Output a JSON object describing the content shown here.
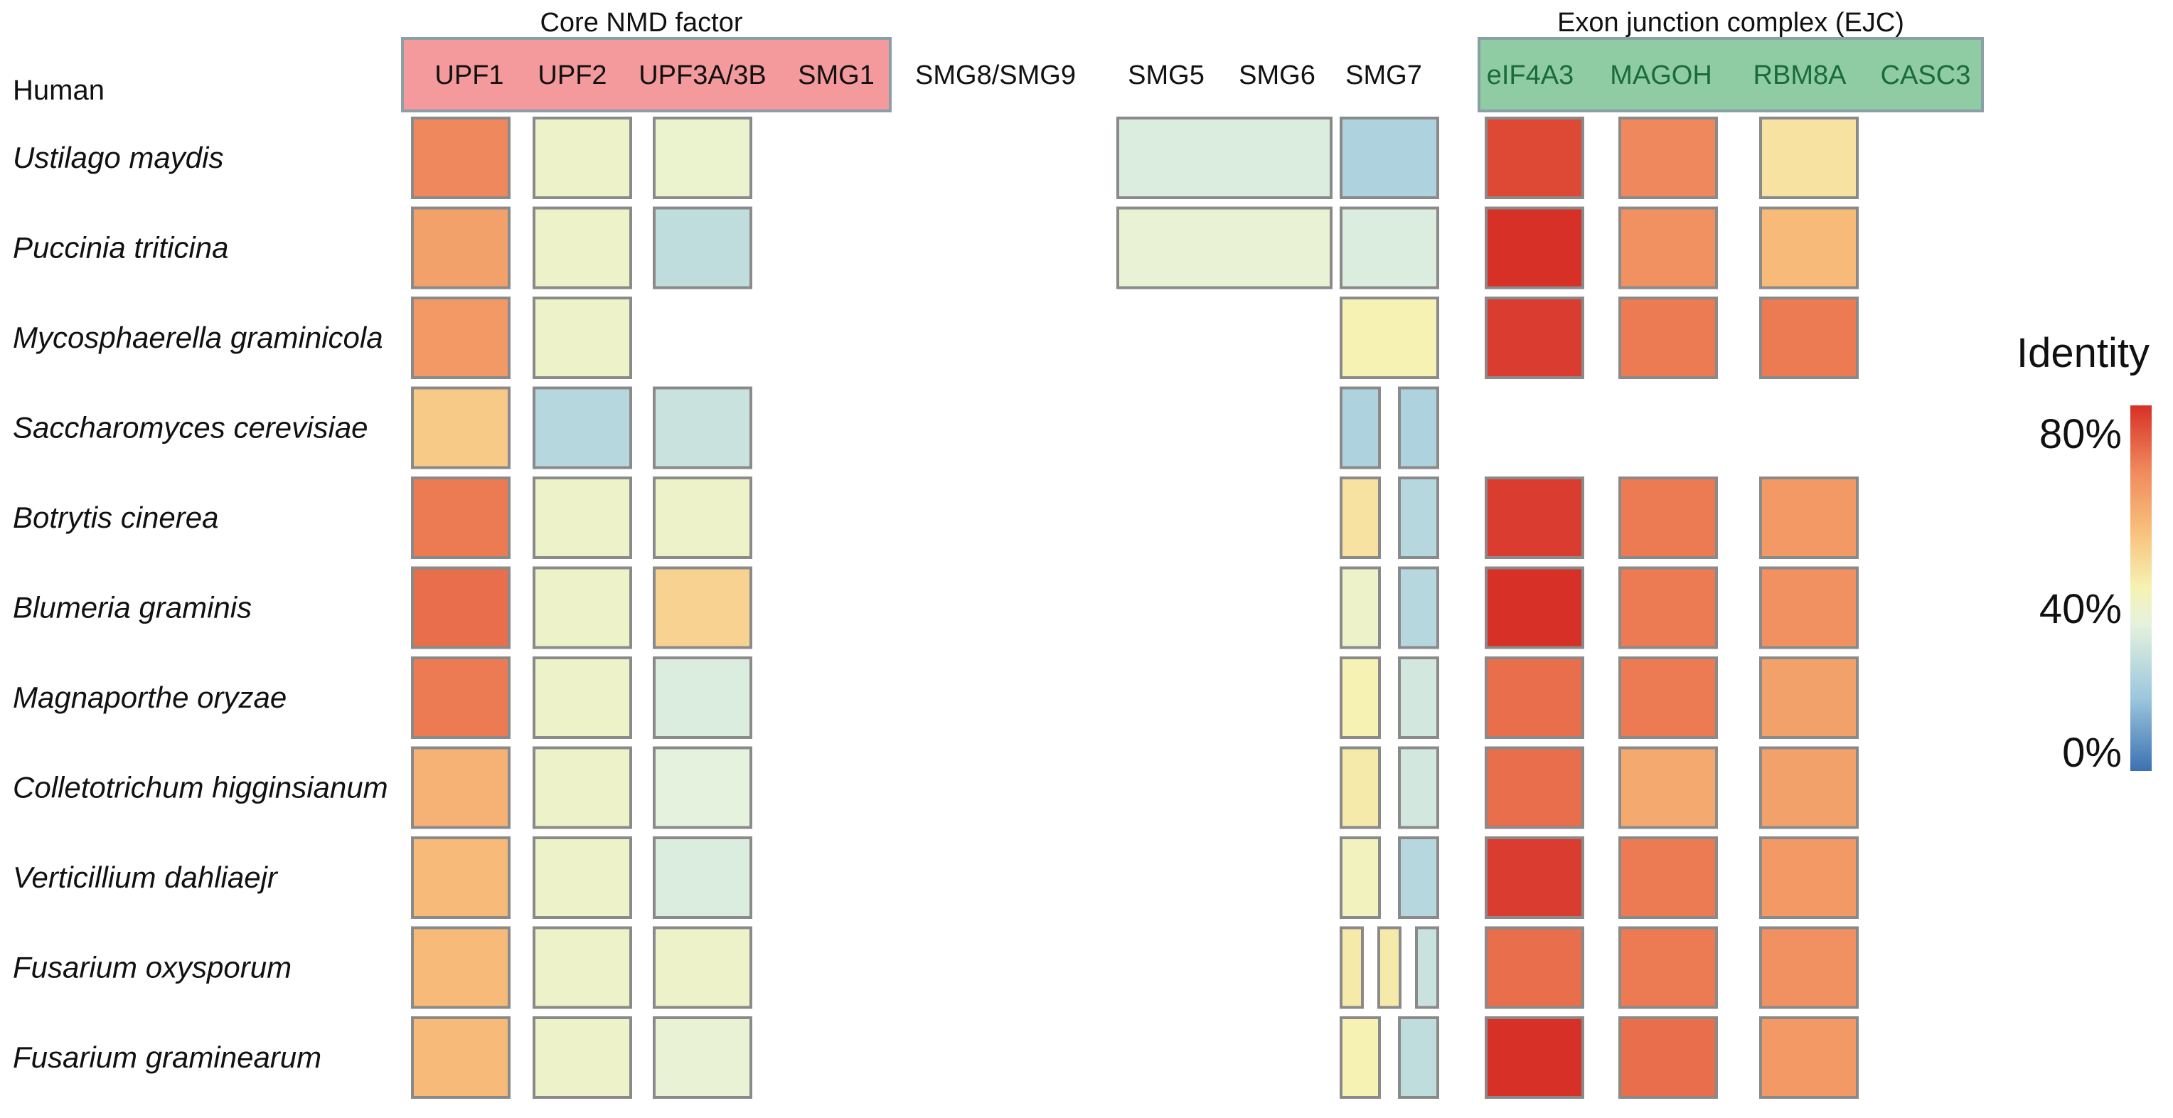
{
  "chart_data": {
    "type": "heatmap",
    "title": "",
    "row_header": "Human",
    "groups": [
      {
        "label": "Core NMD factor",
        "color": "#F4999C"
      },
      {
        "label": "Exon junction complex (EJC)",
        "color": "#8FCCA4"
      }
    ],
    "columns": [
      "UPF1",
      "UPF2",
      "UPF3A/3B",
      "SMG1",
      "SMG8/SMG9",
      "SMG5",
      "SMG6",
      "SMG7",
      "eIF4A3",
      "MAGOH",
      "RBM8A",
      "CASC3"
    ],
    "column_label_colors": {
      "eIF4A3": "#1a6b3c",
      "MAGOH": "#1a6b3c",
      "RBM8A": "#1a6b3c",
      "CASC3": "#1a6b3c"
    },
    "rows": [
      "Ustilago maydis",
      "Puccinia triticina",
      "Mycosphaerella graminicola",
      "Saccharomyces cerevisiae",
      "Botrytis cinerea",
      "Blumeria graminis",
      "Magnaporthe oryzae",
      "Colletotrichum higginsianum",
      "Verticillium dahliaejr",
      "Fusarium oxysporum",
      "Fusarium graminearum"
    ],
    "values": {
      "UPF1": [
        66,
        60,
        62,
        50,
        68,
        70,
        68,
        56,
        54,
        54,
        54
      ],
      "UPF2": [
        36,
        36,
        36,
        22,
        36,
        36,
        36,
        36,
        36,
        36,
        36
      ],
      "UPF3A/3B": [
        35,
        24,
        null,
        26,
        36,
        48,
        30,
        32,
        30,
        36,
        34
      ],
      "SMG5_SMG6": [
        30,
        34,
        null,
        null,
        null,
        null,
        null,
        null,
        null,
        null,
        null
      ],
      "SMG7": [
        [
          20
        ],
        [
          30
        ],
        [
          40
        ],
        [
          20,
          20
        ],
        [
          44,
          22
        ],
        [
          36,
          22
        ],
        [
          40,
          28
        ],
        [
          42,
          28
        ],
        [
          38,
          22
        ],
        [
          42,
          42,
          26
        ],
        [
          40,
          24
        ]
      ],
      "eIF4A3": [
        76,
        80,
        78,
        null,
        78,
        80,
        70,
        70,
        78,
        70,
        80
      ],
      "MAGOH": [
        66,
        64,
        68,
        null,
        68,
        68,
        68,
        58,
        68,
        68,
        70
      ],
      "RBM8A": [
        44,
        54,
        68,
        null,
        62,
        64,
        60,
        60,
        62,
        64,
        62
      ]
    },
    "colorbar": {
      "title": "Identity",
      "ticks": [
        "80%",
        "40%",
        "0%"
      ],
      "range": [
        0,
        80
      ],
      "colors": [
        "#3B71B0",
        "#9CC7DE",
        "#E4F2DE",
        "#F6F2B4",
        "#F8C27E",
        "#F08A5D",
        "#D73027"
      ]
    }
  }
}
